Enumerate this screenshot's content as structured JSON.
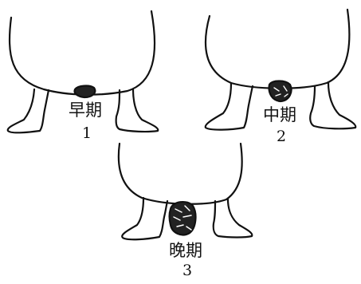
{
  "stages": [
    {
      "name": "早期",
      "number": "1"
    },
    {
      "name": "中期",
      "number": "2"
    },
    {
      "name": "晚期",
      "number": "3"
    }
  ],
  "colors": {
    "ink": "#111111",
    "background": "#ffffff"
  }
}
